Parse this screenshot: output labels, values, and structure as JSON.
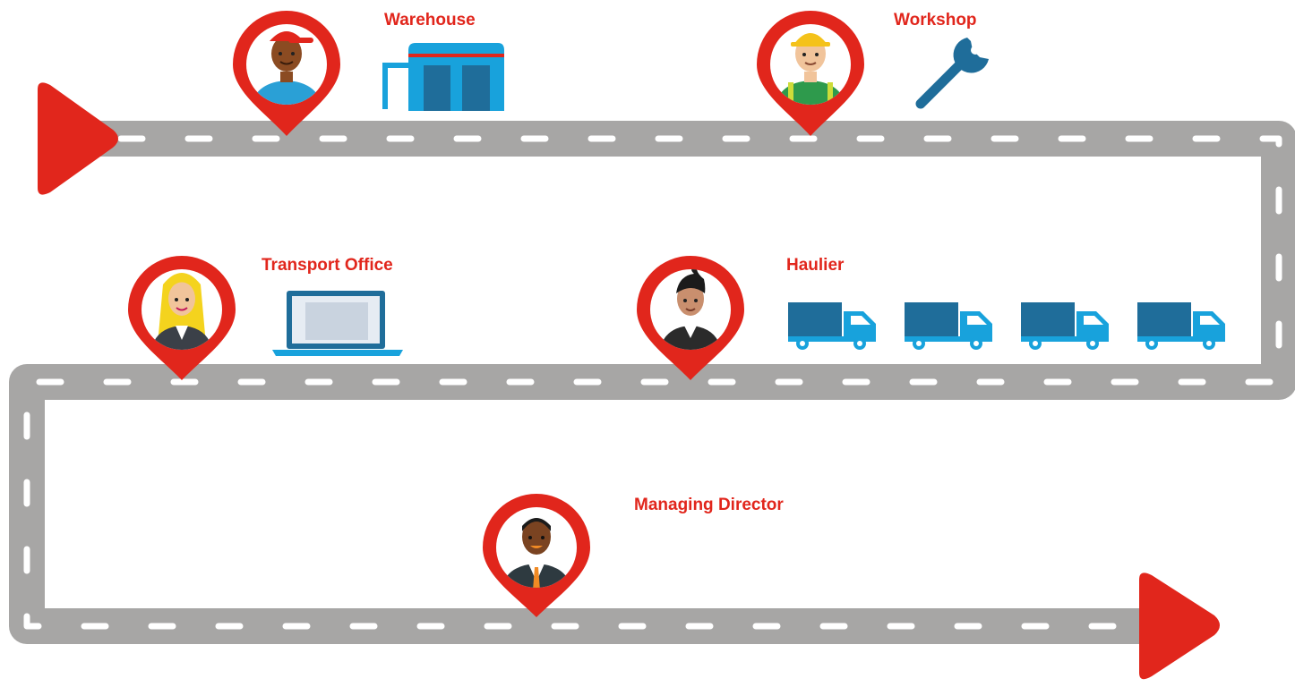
{
  "colors": {
    "road": "#a7a6a5",
    "road_dash": "#ffffff",
    "marker": "#e1261c",
    "label": "#e1261c",
    "icon_dark": "#1f6d9a",
    "icon_light": "#18a2dc",
    "screen": "#c9d3df"
  },
  "stops": [
    {
      "name": "warehouse",
      "label": "Warehouse",
      "person": "warehouse-worker",
      "icon": "warehouse-icon"
    },
    {
      "name": "workshop",
      "label": "Workshop",
      "person": "mechanic",
      "icon": "wrench-icon"
    },
    {
      "name": "transport-office",
      "label": "Transport Office",
      "person": "office-worker",
      "icon": "laptop-icon"
    },
    {
      "name": "haulier",
      "label": "Haulier",
      "person": "haulier-driver",
      "icon": "truck-icon",
      "icon_count": 4
    },
    {
      "name": "managing-director",
      "label": "Managing Director",
      "person": "director",
      "icon": ""
    }
  ]
}
